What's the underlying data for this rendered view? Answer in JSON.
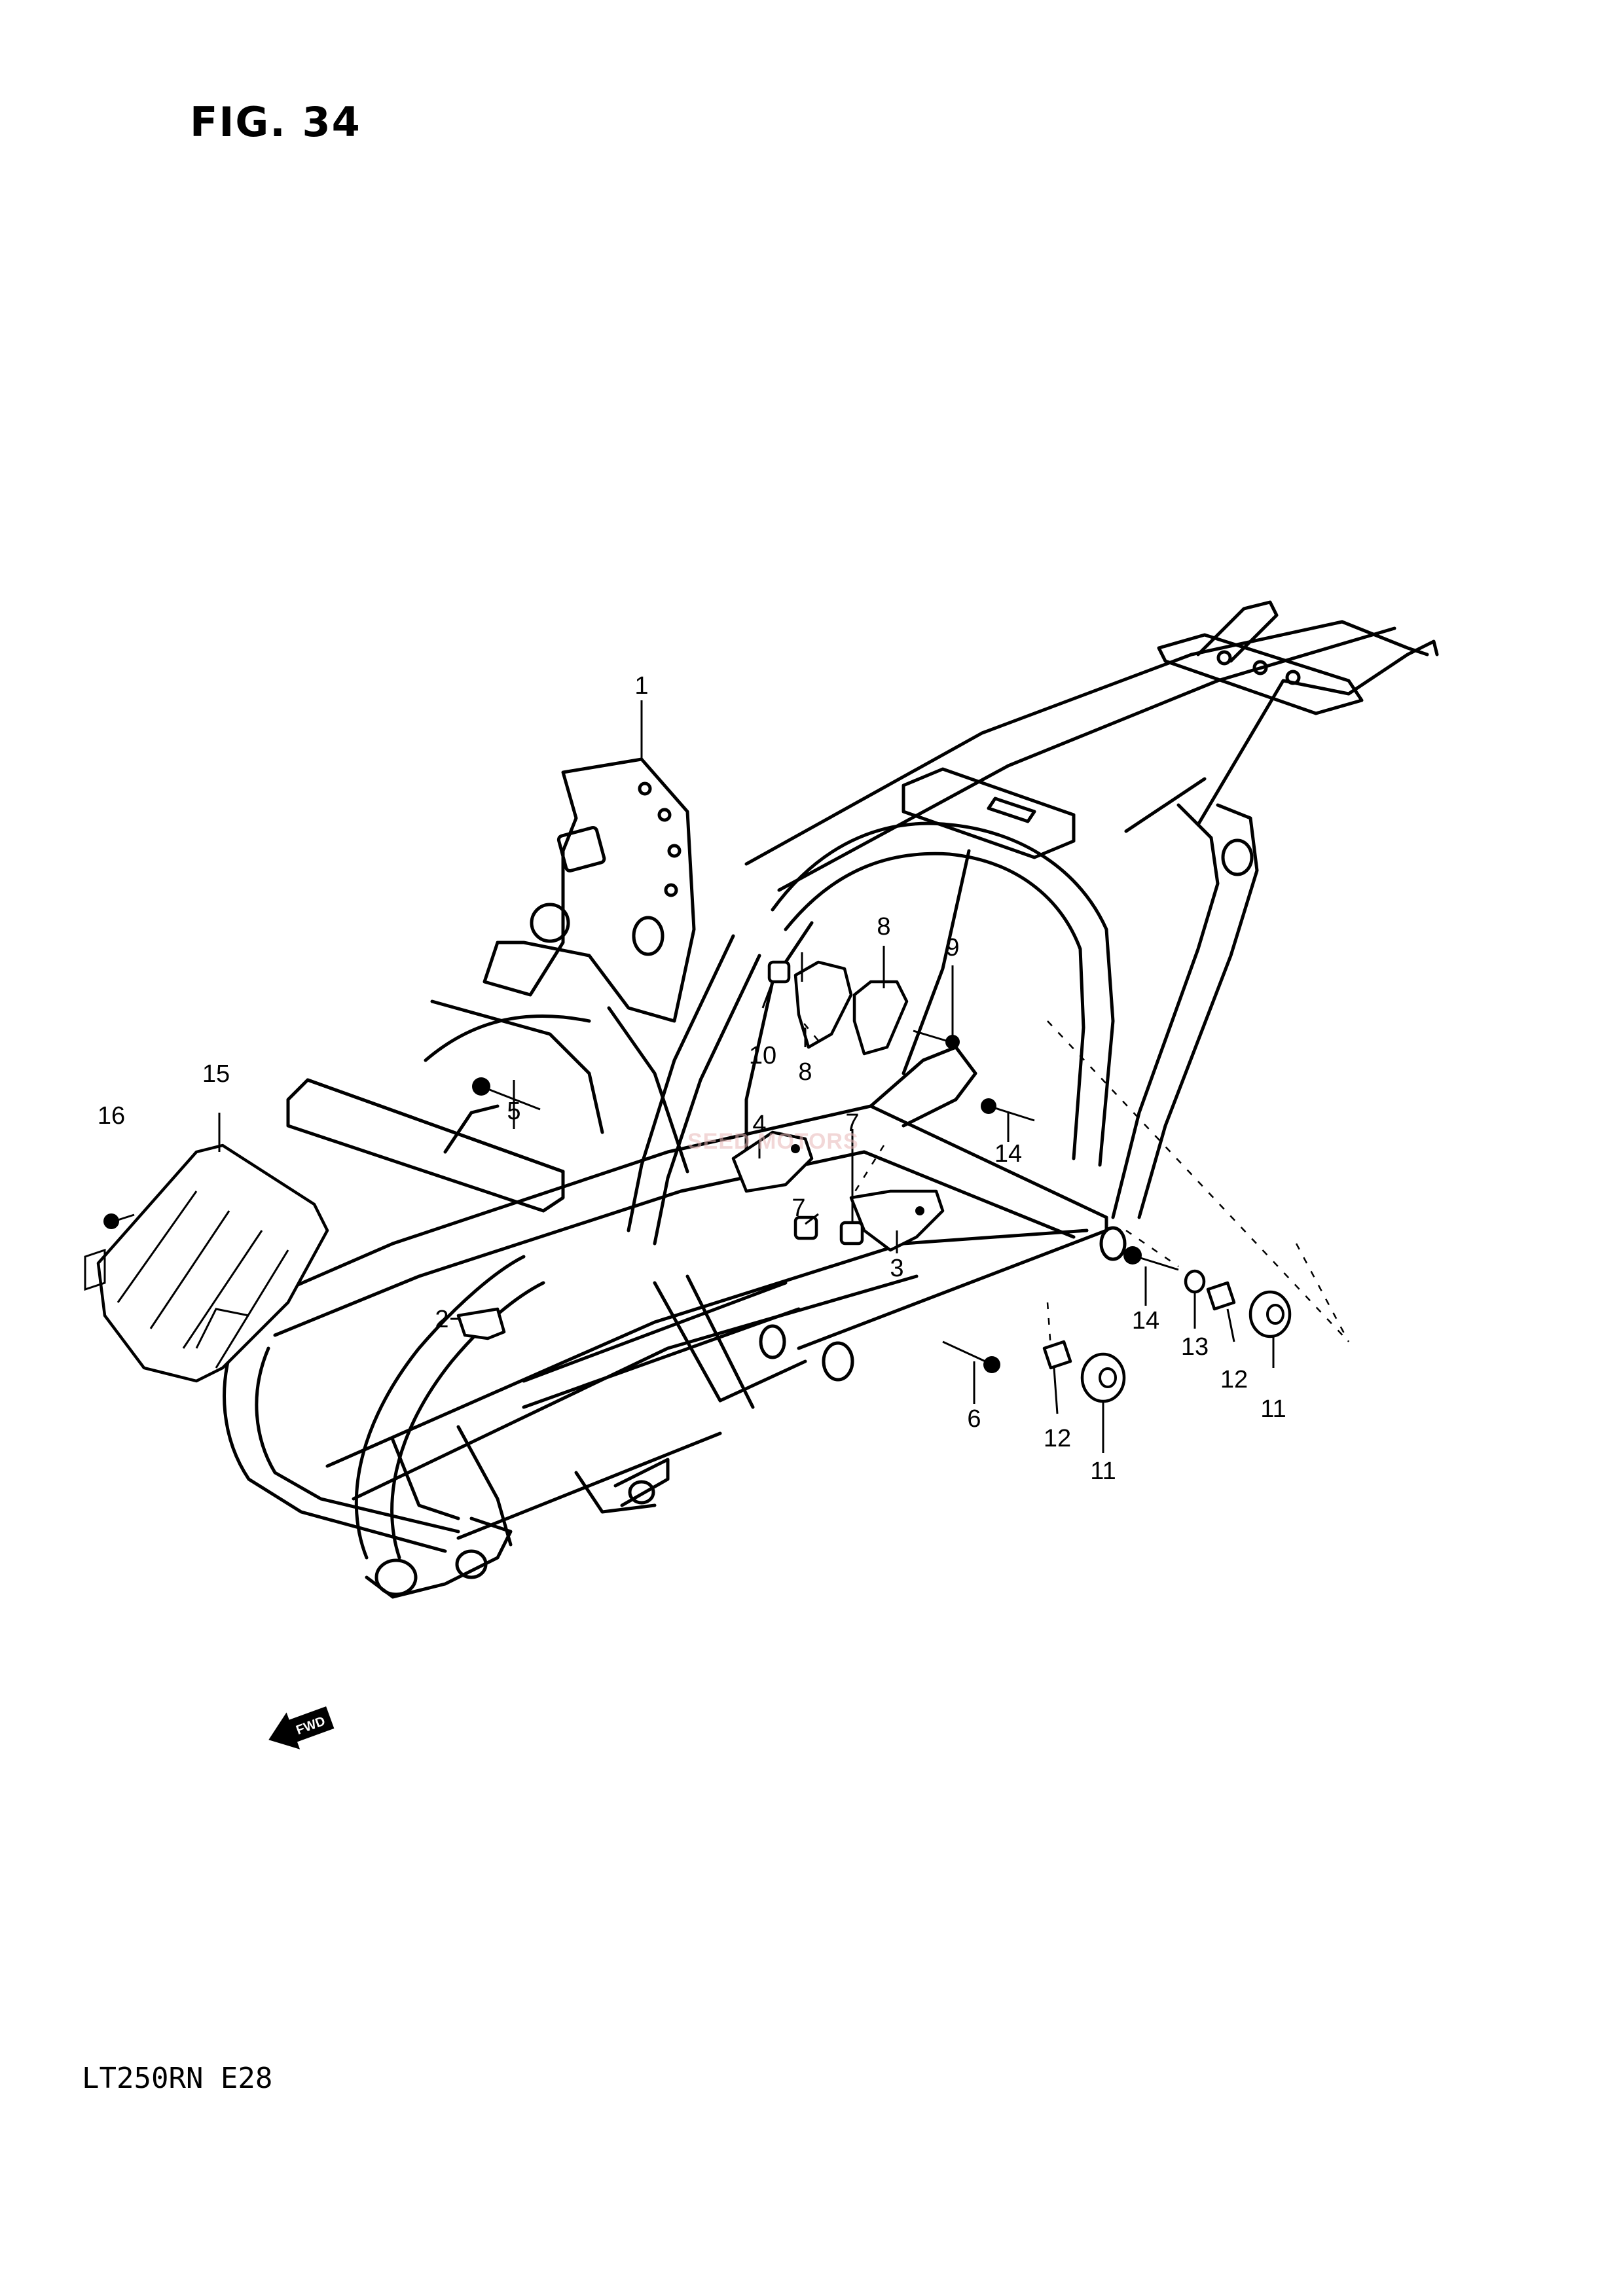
{
  "figure": {
    "title": "FIG. 34",
    "model": "LT250RN  E28",
    "watermark": "SEED MOTORS"
  },
  "fwd_label": "FWD",
  "callouts": {
    "c1": "1",
    "c2": "2",
    "c3": "3",
    "c4": "4",
    "c5": "5",
    "c6": "6",
    "c7a": "7",
    "c7b": "7",
    "c8a": "8",
    "c8b": "8",
    "c9": "9",
    "c10": "10",
    "c11a": "11",
    "c11b": "11",
    "c12a": "12",
    "c12b": "12",
    "c13": "13",
    "c14a": "14",
    "c14b": "14",
    "c15": "15",
    "c16": "16"
  }
}
